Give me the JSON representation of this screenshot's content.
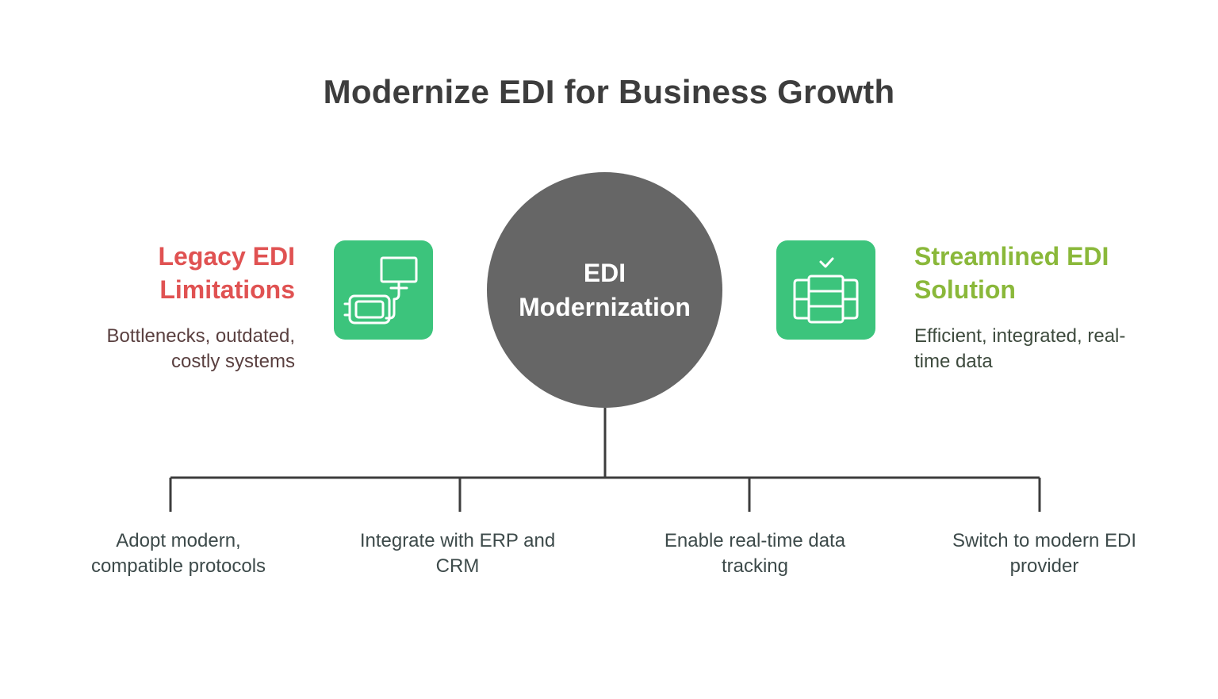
{
  "title": "Modernize EDI for Business Growth",
  "center": {
    "line1": "EDI",
    "line2": "Modernization"
  },
  "left": {
    "heading_line1": "Legacy EDI",
    "heading_line2": "Limitations",
    "desc_line1": "Bottlenecks, outdated,",
    "desc_line2": "costly systems",
    "icon": "legacy-hardware-icon"
  },
  "right": {
    "heading_line1": "Streamlined EDI",
    "heading_line2": "Solution",
    "desc_line1": "Efficient, integrated, real-",
    "desc_line2": "time data",
    "icon": "server-check-icon"
  },
  "branches": [
    {
      "line1": "Adopt modern,",
      "line2": "compatible protocols"
    },
    {
      "line1": "Integrate with ERP and",
      "line2": "CRM"
    },
    {
      "line1": "Enable real-time data",
      "line2": "tracking"
    },
    {
      "line1": "Switch to modern EDI",
      "line2": "provider"
    }
  ],
  "colors": {
    "left_heading": "#e05252",
    "right_heading": "#8ab83a",
    "icon_bg": "#3cc47c",
    "circle": "#666666",
    "lines": "#3d3d3d"
  }
}
